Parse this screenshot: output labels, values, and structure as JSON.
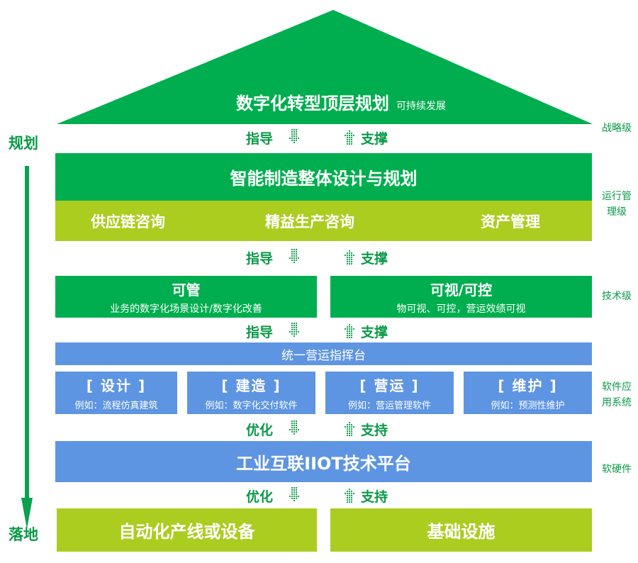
{
  "roof": {
    "title": "数字化转型顶层规划",
    "subtitle": "可持续发展"
  },
  "left_axis": {
    "top_label": "规划",
    "bottom_label": "落地",
    "arrow_icon": "down-arrow-icon"
  },
  "connectors": [
    {
      "left": "指导",
      "right": "支撑"
    },
    {
      "left": "指导",
      "right": "支撑"
    },
    {
      "left": "指导",
      "right": "支撑"
    },
    {
      "left": "优化",
      "right": "支持"
    },
    {
      "left": "优化",
      "right": "支持"
    }
  ],
  "operations": {
    "title": "智能制造整体设计与规划",
    "items": [
      "供应链咨询",
      "精益生产咨询",
      "资产管理"
    ]
  },
  "technology": [
    {
      "title": "可管",
      "desc": "业务的数字化场景设计/数字化改善"
    },
    {
      "title": "可视/可控",
      "desc": "物可视、可控，营运效绩可视"
    }
  ],
  "command_center": {
    "title": "统一营运指挥台"
  },
  "software_apps": [
    {
      "title": "[ 设计 ]",
      "desc": "例如：流程仿真建筑"
    },
    {
      "title": "[ 建造 ]",
      "desc": "例如：数字化交付软件"
    },
    {
      "title": "[ 营运 ]",
      "desc": "例如：营运管理软件"
    },
    {
      "title": "[ 维护 ]",
      "desc": "例如：预测性维护"
    }
  ],
  "platform": {
    "title": "工业互联IIOT技术平台"
  },
  "foundation": [
    {
      "title": "自动化产线或设备"
    },
    {
      "title": "基础设施"
    }
  ],
  "levels": {
    "strategy": "战略级",
    "operations_1": "运行管",
    "operations_2": "理级",
    "technology": "技术级",
    "software_1": "软件应",
    "software_2": "用系统",
    "hardware": "软硬件"
  },
  "colors": {
    "green": "#00ae4f",
    "lime": "#abcd20",
    "blue": "#5e95e2",
    "label_green": "#0a9a48"
  }
}
